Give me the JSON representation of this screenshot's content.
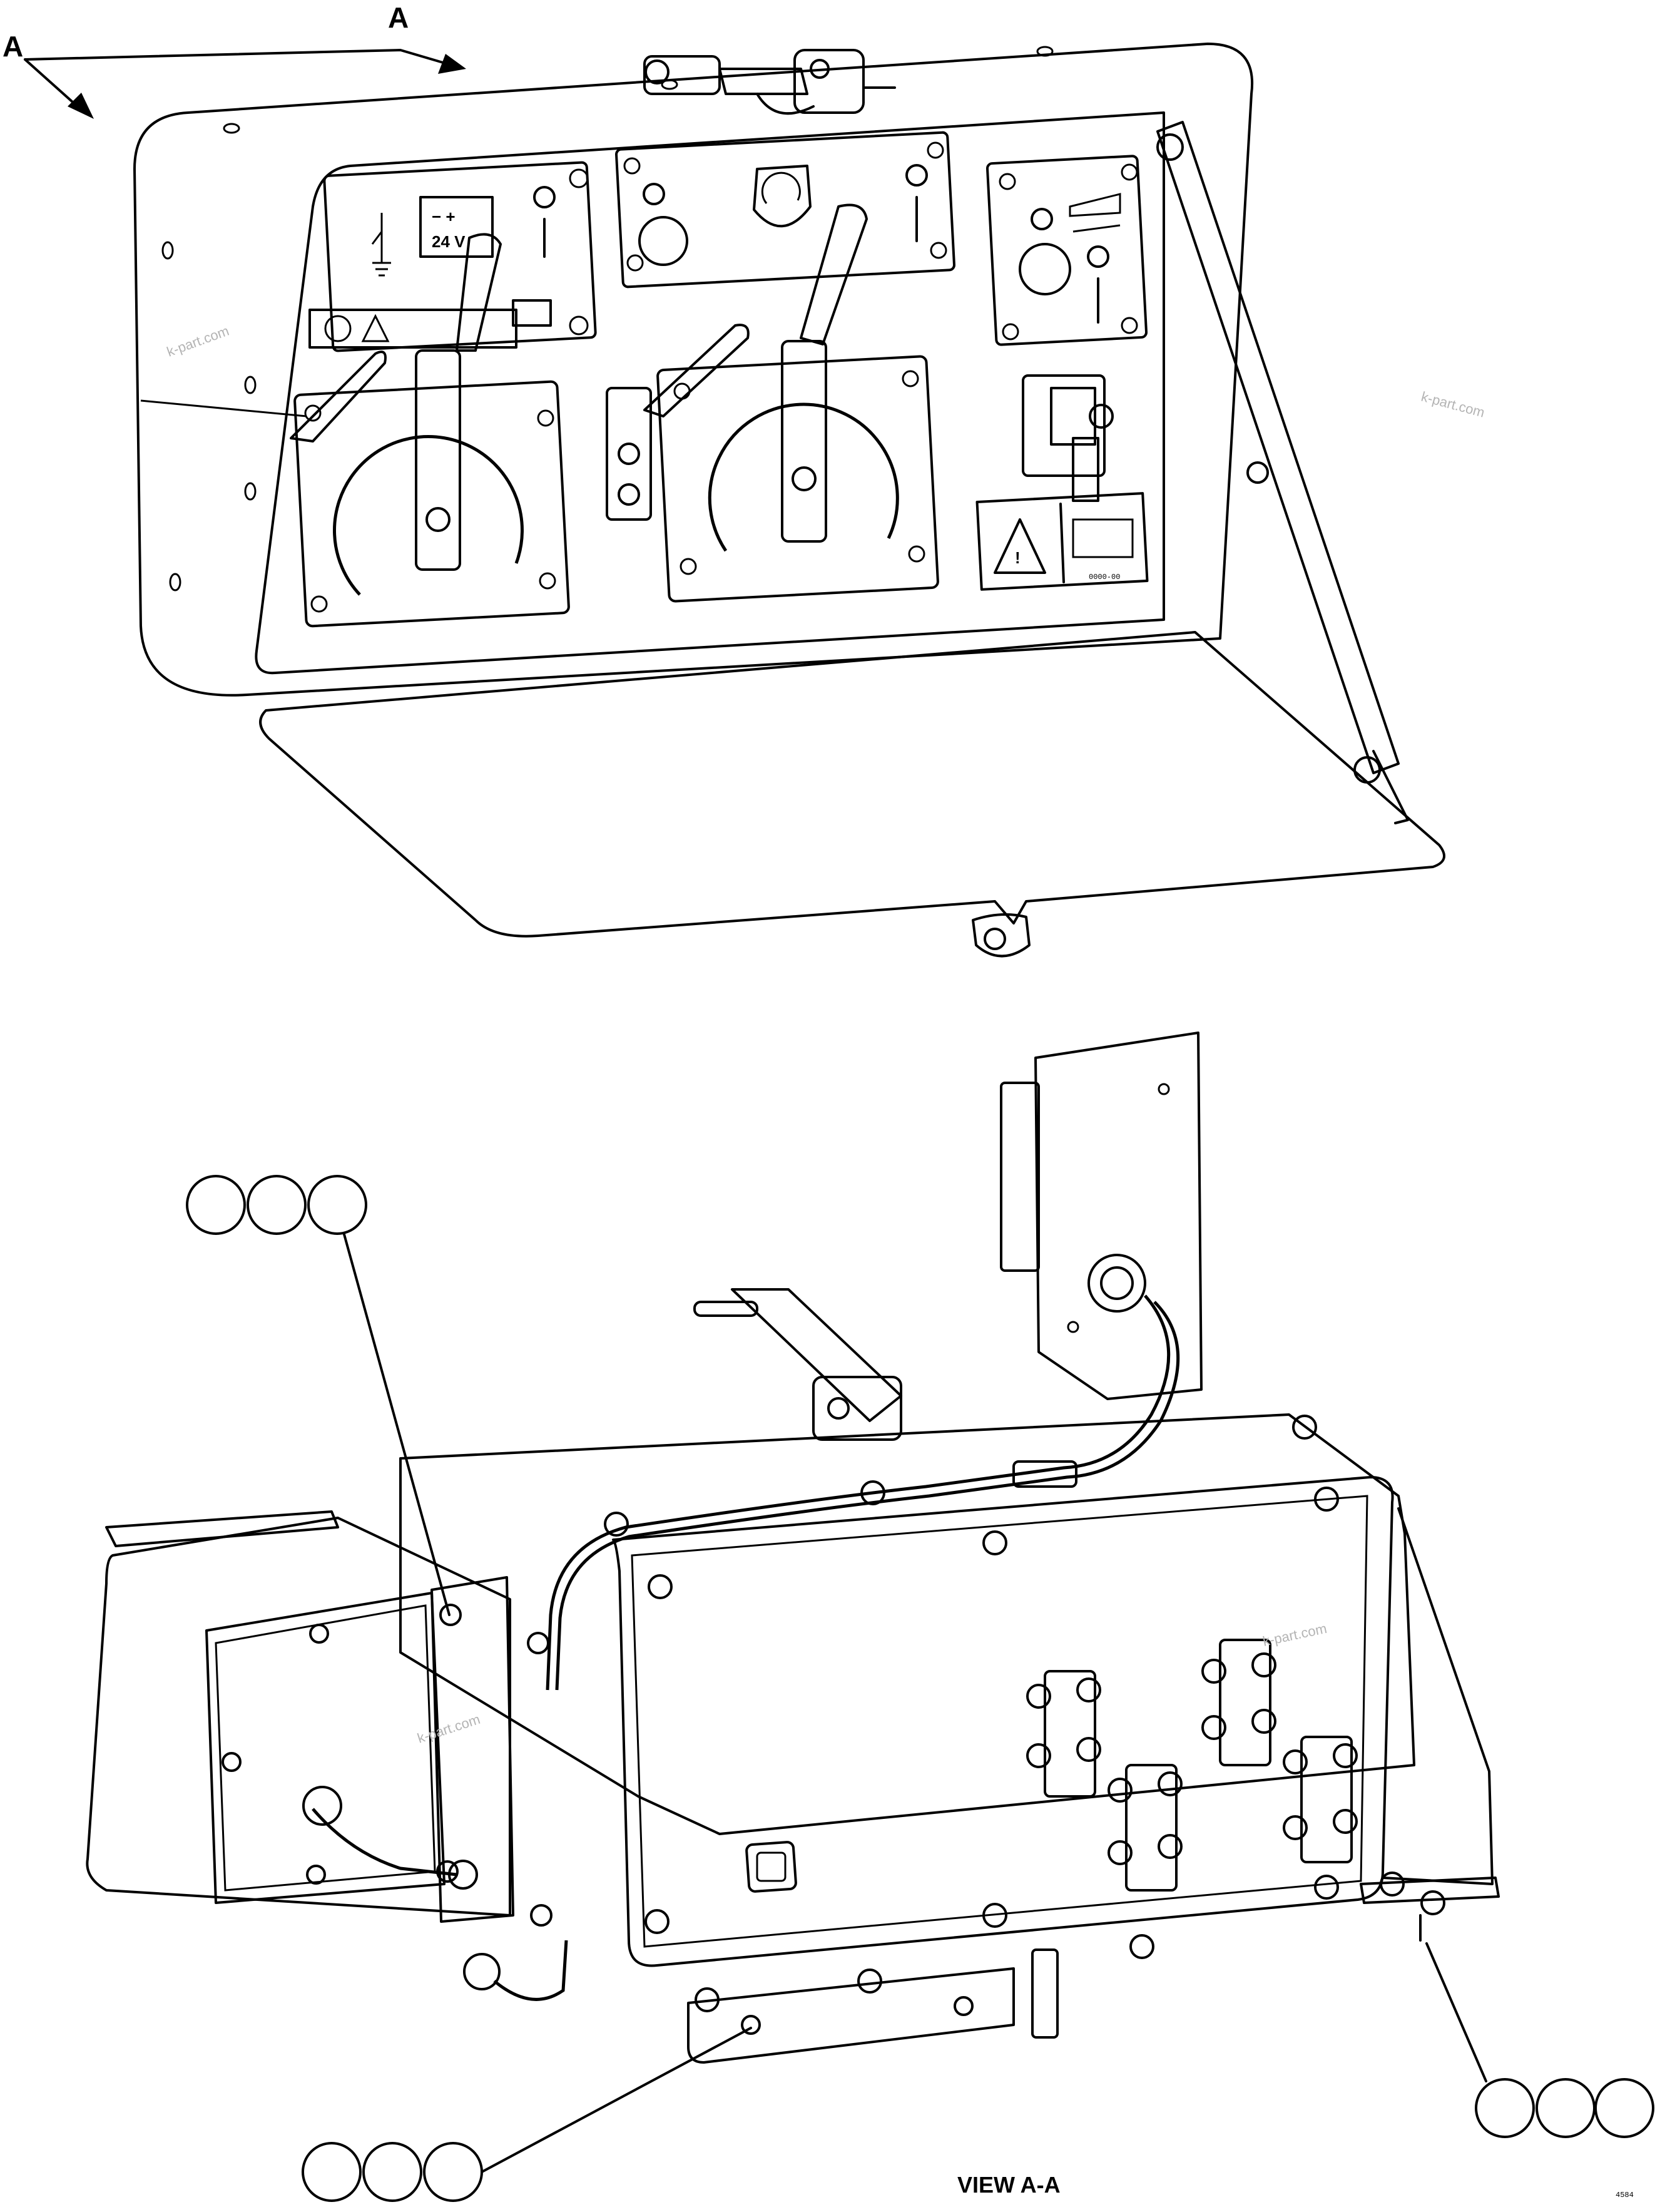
{
  "section_marker": {
    "label_left": "A",
    "label_right": "A"
  },
  "decal_voltage": "24 V",
  "view_label": "VIEW A-A",
  "watermarks": [
    "k-part.com",
    "k-part.com",
    "k-part.com",
    "k-part.com"
  ],
  "sheet_code": "4584",
  "callouts": {
    "upper_left": [
      "",
      "",
      ""
    ],
    "lower_left": [
      "",
      "",
      ""
    ],
    "lower_right": [
      "",
      "",
      ""
    ]
  }
}
